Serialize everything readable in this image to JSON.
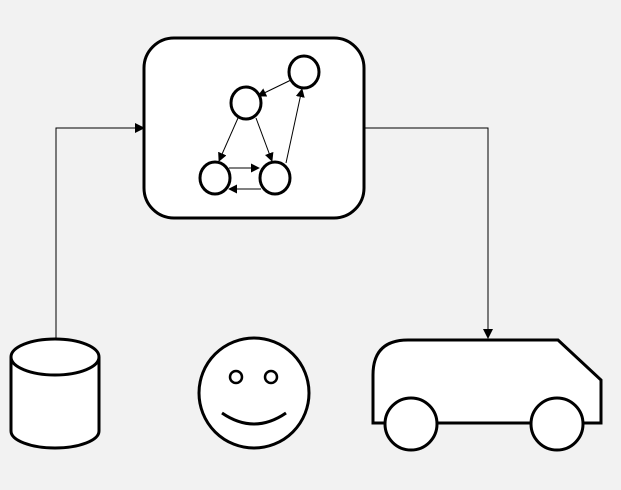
{
  "diagram": {
    "background": "#f2f2f2",
    "stroke": "#000000",
    "fill": "#ffffff",
    "nodes": [
      {
        "id": "graph-model",
        "icon": "graph-icon",
        "shape": "rounded-rectangle"
      },
      {
        "id": "database",
        "icon": "database-icon",
        "shape": "cylinder"
      },
      {
        "id": "user",
        "icon": "smiley-face-icon",
        "shape": "circle"
      },
      {
        "id": "car",
        "icon": "car-icon",
        "shape": "car"
      }
    ],
    "edges": [
      {
        "from": "database",
        "to": "graph-model",
        "arrow": "end"
      },
      {
        "from": "graph-model",
        "to": "car",
        "arrow": "end"
      }
    ],
    "graph_inner": {
      "nodes": [
        "n1",
        "n2",
        "n3",
        "n4"
      ],
      "edges": [
        {
          "from": "n1",
          "to": "n2"
        },
        {
          "from": "n2",
          "to": "n3"
        },
        {
          "from": "n2",
          "to": "n4"
        },
        {
          "from": "n3",
          "to": "n4"
        },
        {
          "from": "n4",
          "to": "n3"
        },
        {
          "from": "n4",
          "to": "n1"
        }
      ]
    }
  }
}
